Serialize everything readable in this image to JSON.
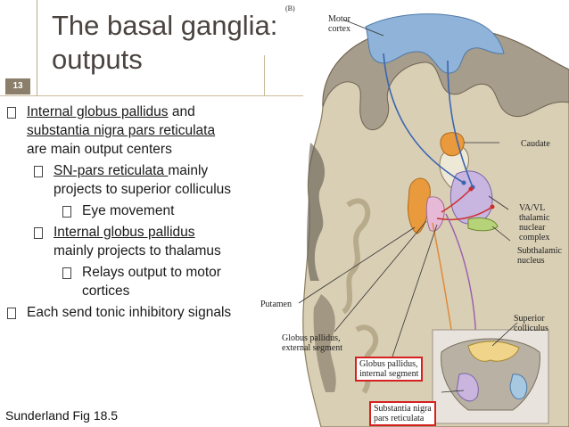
{
  "slide": {
    "number": "13",
    "title_line1": "The basal ganglia:",
    "title_line2": "outputs",
    "caption": "Sunderland Fig 18.5"
  },
  "bullets": [
    {
      "level": 1,
      "parts": [
        {
          "t": "Internal globus pallidus",
          "u": true
        },
        {
          "t": " and",
          "u": false
        }
      ]
    },
    {
      "level": 1,
      "cont": true,
      "parts": [
        {
          "t": "substantia nigra pars reticulata",
          "u": true
        }
      ]
    },
    {
      "level": 1,
      "cont": true,
      "parts": [
        {
          "t": "are main output centers",
          "u": false
        }
      ]
    },
    {
      "level": 2,
      "parts": [
        {
          "t": "SN-pars reticulata ",
          "u": true
        },
        {
          "t": "mainly",
          "u": false
        }
      ]
    },
    {
      "level": 2,
      "cont": true,
      "parts": [
        {
          "t": "projects to superior colliculus",
          "u": false
        }
      ]
    },
    {
      "level": 3,
      "parts": [
        {
          "t": "Eye movement",
          "u": false
        }
      ]
    },
    {
      "level": 2,
      "parts": [
        {
          "t": "Internal globus pallidus",
          "u": true
        }
      ]
    },
    {
      "level": 2,
      "cont": true,
      "parts": [
        {
          "t": "mainly projects to thalamus",
          "u": false
        }
      ]
    },
    {
      "level": 3,
      "parts": [
        {
          "t": "Relays output to motor",
          "u": false
        }
      ]
    },
    {
      "level": 3,
      "cont": true,
      "parts": [
        {
          "t": "cortices",
          "u": false
        }
      ]
    },
    {
      "level": 1,
      "parts": [
        {
          "t": "Each send tonic inhibitory signals",
          "u": false
        }
      ]
    }
  ],
  "figure": {
    "panel_label": "(B)",
    "labels": {
      "motor_cortex_1": "Motor",
      "motor_cortex_2": "cortex",
      "caudate": "Caudate",
      "vavl_1": "VA/VL",
      "vavl_2": "thalamic",
      "vavl_3": "nuclear",
      "vavl_4": "complex",
      "subthalamic_1": "Subthalamic",
      "subthalamic_2": "nucleus",
      "putamen": "Putamen",
      "gpe_1": "Globus pallidus,",
      "gpe_2": "external segment",
      "gpi_1": "Globus pallidus,",
      "gpi_2": "internal segment",
      "sc_1": "Superior",
      "sc_2": "colliculus",
      "snr_1": "Substantia nigra",
      "snr_2": "pars reticulata"
    }
  }
}
